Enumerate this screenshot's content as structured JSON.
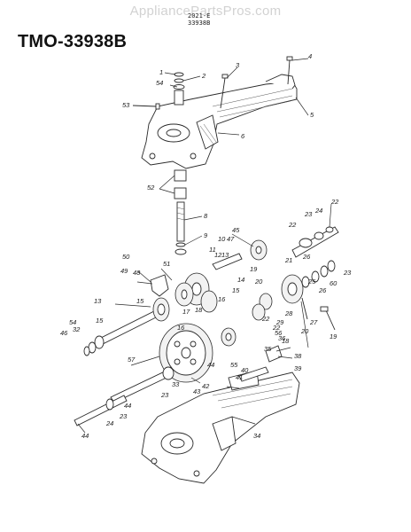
{
  "watermark": "AppliancePartsPros.com",
  "header_lines": [
    "2021-E",
    "33938B"
  ],
  "model_title": "TMO-33938B",
  "callouts": [
    "1",
    "2",
    "3",
    "4",
    "5",
    "6",
    "8",
    "9",
    "10",
    "11",
    "12",
    "13",
    "14",
    "15",
    "16",
    "17",
    "18",
    "19",
    "20",
    "21",
    "22",
    "23",
    "24",
    "25",
    "26",
    "27",
    "28",
    "29",
    "32",
    "33",
    "34",
    "35",
    "36",
    "38",
    "39",
    "40",
    "41",
    "42",
    "43",
    "44",
    "45",
    "46",
    "47",
    "48",
    "49",
    "50",
    "51",
    "52",
    "53",
    "54",
    "55",
    "56",
    "57",
    "60"
  ]
}
